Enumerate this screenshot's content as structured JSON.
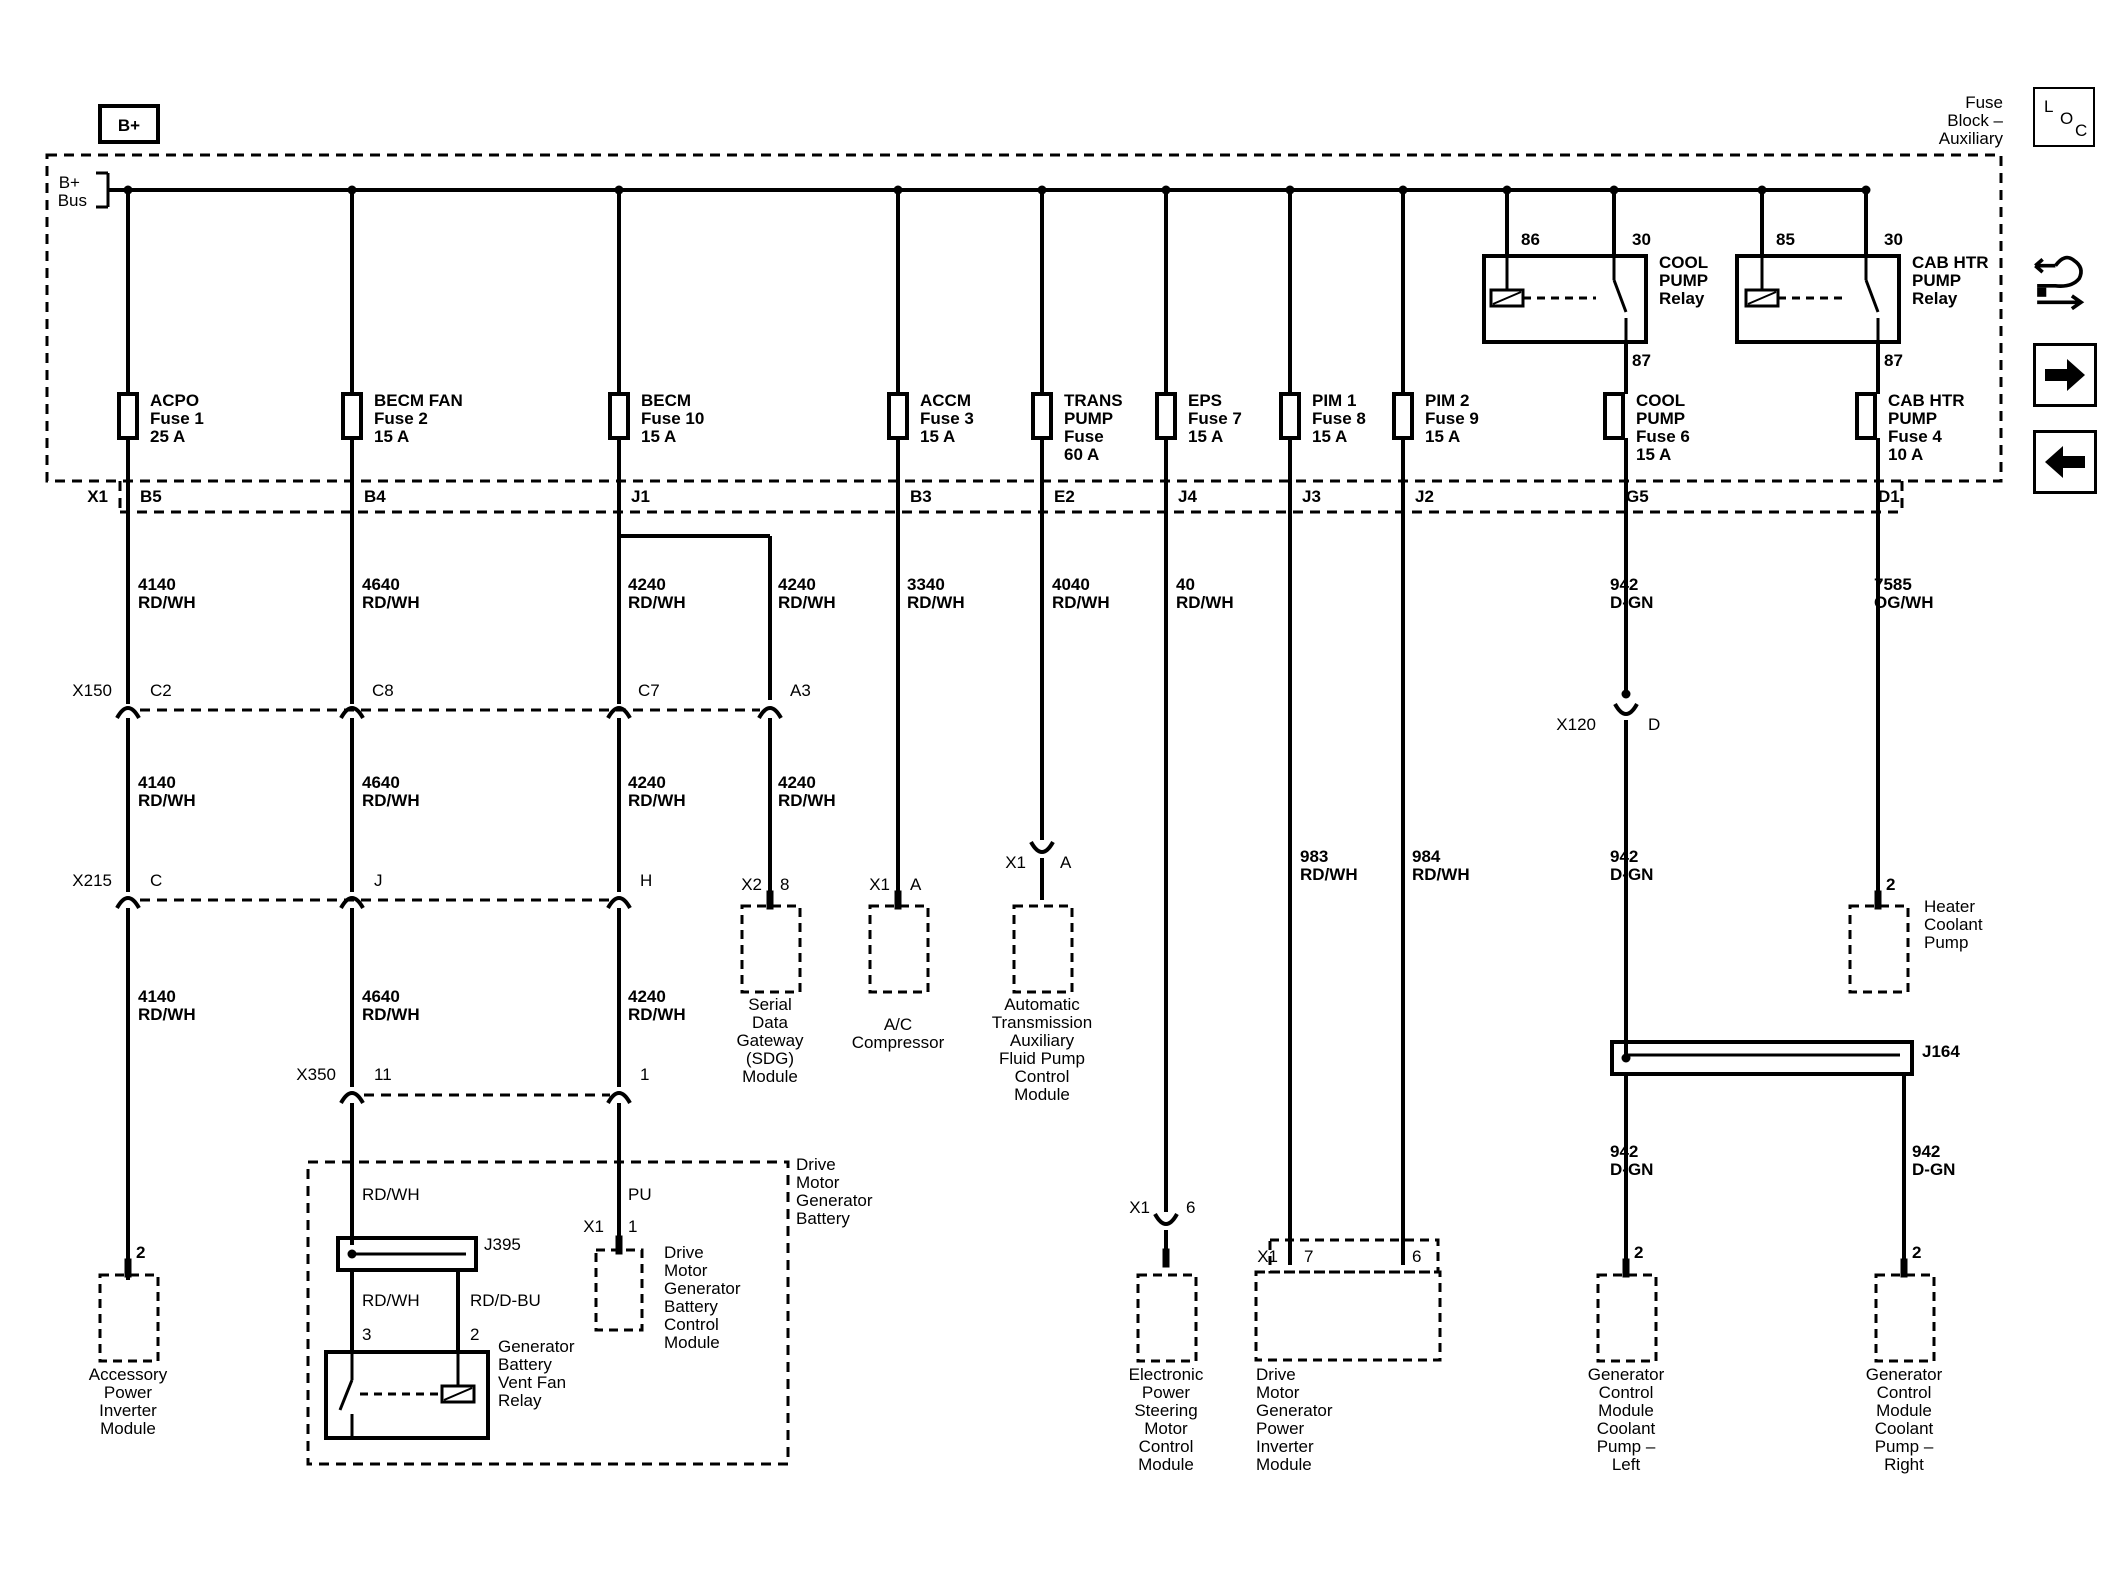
{
  "header": {
    "bplus": "B+",
    "fuse_block": [
      "Fuse",
      "Block –",
      "Auxiliary"
    ],
    "loc": [
      "L",
      "O",
      "C"
    ]
  },
  "bus": [
    "B+",
    "Bus"
  ],
  "connector_x1": "X1",
  "fuses": [
    {
      "name": [
        "ACPO",
        "Fuse 1",
        "25 A"
      ],
      "pin": "B5"
    },
    {
      "name": [
        "BECM FAN",
        "Fuse 2",
        "15 A"
      ],
      "pin": "B4"
    },
    {
      "name": [
        "BECM",
        "Fuse 10",
        "15 A"
      ],
      "pin": "J1"
    },
    {
      "name": [
        "ACCM",
        "Fuse 3",
        "15 A"
      ],
      "pin": "B3"
    },
    {
      "name": [
        "TRANS",
        "PUMP",
        "Fuse",
        "60 A"
      ],
      "pin": "E2"
    },
    {
      "name": [
        "EPS",
        "Fuse 7",
        "15 A"
      ],
      "pin": "J4"
    },
    {
      "name": [
        "PIM 1",
        "Fuse 8",
        "15 A"
      ],
      "pin": "J3"
    },
    {
      "name": [
        "PIM 2",
        "Fuse 9",
        "15 A"
      ],
      "pin": "J2"
    },
    {
      "name": [
        "COOL",
        "PUMP",
        "Fuse 6",
        "15 A"
      ],
      "pin": "G5"
    },
    {
      "name": [
        "CAB HTR",
        "PUMP",
        "Fuse 4",
        "10 A"
      ],
      "pin": "D1"
    }
  ],
  "relays": [
    {
      "pin_a": "86",
      "pin_b": "30",
      "pin_out": "87",
      "name": [
        "COOL",
        "PUMP",
        "Relay"
      ]
    },
    {
      "pin_a": "85",
      "pin_b": "30",
      "pin_out": "87",
      "name": [
        "CAB HTR",
        "PUMP",
        "Relay"
      ]
    }
  ],
  "wires": [
    {
      "circuit": "4140",
      "color": "RD/WH"
    },
    {
      "circuit": "4640",
      "color": "RD/WH"
    },
    {
      "circuit": "4240",
      "color": "RD/WH"
    },
    {
      "circuit": "4240",
      "color": "RD/WH"
    },
    {
      "circuit": "3340",
      "color": "RD/WH"
    },
    {
      "circuit": "4040",
      "color": "RD/WH"
    },
    {
      "circuit": "40",
      "color": "RD/WH"
    },
    {
      "circuit": "983",
      "color": "RD/WH"
    },
    {
      "circuit": "984",
      "color": "RD/WH"
    },
    {
      "circuit": "942",
      "color": "D-GN"
    },
    {
      "circuit": "7585",
      "color": "OG/WH"
    },
    {
      "circuit": "942",
      "color": "D-GN"
    },
    {
      "circuit": "942",
      "color": "D-GN"
    },
    {
      "circuit": "942",
      "color": "D-GN"
    }
  ],
  "connectors": {
    "x150": "X150",
    "x150_pins": [
      "C2",
      "C8",
      "C7",
      "A3"
    ],
    "x215": "X215",
    "x215_pins": [
      "C",
      "J",
      "H"
    ],
    "x350": "X350",
    "x350_pins": [
      "11",
      "1"
    ],
    "x120": "X120",
    "x120_pin": "D",
    "x2": "X2",
    "x2_pin": "8",
    "x1_ac": "X1",
    "x1_ac_pin": "A",
    "x1_trans": "X1",
    "x1_trans_pin": "A",
    "x1_eps": "X1",
    "x1_eps_pin": "6",
    "x1_dmgbcm": "X1",
    "x1_dmgbcm_pin": "1",
    "x1_pim": "X1",
    "x1_pim_pins": [
      "7",
      "6"
    ]
  },
  "splices": {
    "j164": "J164",
    "j395": "J395"
  },
  "battery_area": {
    "title": [
      "Drive",
      "Motor",
      "Generator",
      "Battery"
    ],
    "wire_rdwh": "RD/WH",
    "wire_pu": "PU",
    "wire_rdwh2": "RD/WH",
    "wire_rddbu": "RD/D-BU",
    "relay_pins": [
      "3",
      "2"
    ],
    "relay_name": [
      "Generator",
      "Battery",
      "Vent Fan",
      "Relay"
    ]
  },
  "components": {
    "apim": {
      "pin": "2",
      "name": [
        "Accessory",
        "Power",
        "Inverter",
        "Module"
      ]
    },
    "sdg": {
      "name": [
        "Serial",
        "Data",
        "Gateway",
        "(SDG)",
        "Module"
      ]
    },
    "ac": {
      "name": [
        "A/C",
        "Compressor"
      ]
    },
    "trans": {
      "name": [
        "Automatic",
        "Transmission",
        "Auxiliary",
        "Fluid Pump",
        "Control",
        "Module"
      ]
    },
    "hcp": {
      "pin": "2",
      "name": [
        "Heater",
        "Coolant",
        "Pump"
      ]
    },
    "dmgbcm": {
      "name": [
        "Drive",
        "Motor",
        "Generator",
        "Battery",
        "Control",
        "Module"
      ]
    },
    "eps": {
      "name": [
        "Electronic",
        "Power",
        "Steering",
        "Motor",
        "Control",
        "Module"
      ]
    },
    "pim": {
      "name": [
        "Drive",
        "Motor",
        "Generator",
        "Power",
        "Inverter",
        "Module"
      ]
    },
    "gcl": {
      "pin": "2",
      "name": [
        "Generator",
        "Control",
        "Module",
        "Coolant",
        "Pump –",
        "Left"
      ]
    },
    "gcr": {
      "pin": "2",
      "name": [
        "Generator",
        "Control",
        "Module",
        "Coolant",
        "Pump –",
        "Right"
      ]
    }
  },
  "nav": {
    "icons": [
      "harness-icon",
      "next-arrow-icon",
      "prev-arrow-icon"
    ]
  }
}
